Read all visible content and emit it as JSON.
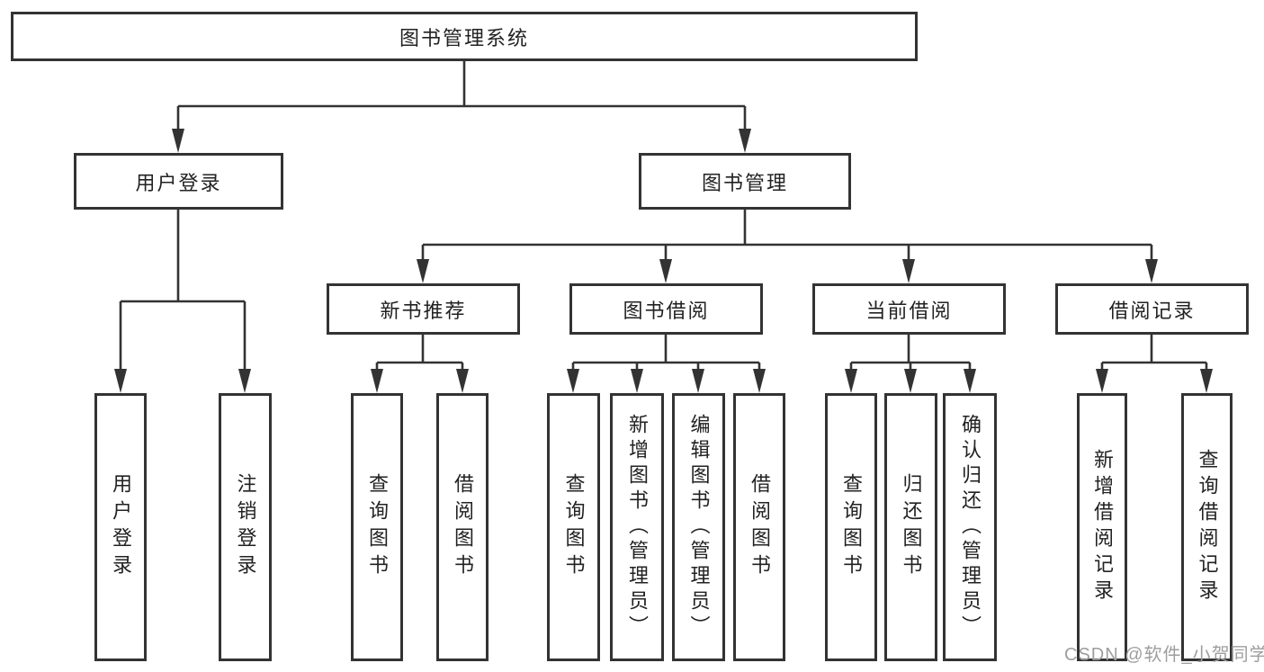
{
  "colors": {
    "line": "#333333",
    "box_border": "#333333",
    "text": "#222222",
    "watermark": "#9e9e9e",
    "background": "#ffffff"
  },
  "tree": {
    "root": {
      "label": "图书管理系统",
      "children": [
        {
          "label": "用户登录",
          "children": [
            {
              "label": "用户登录"
            },
            {
              "label": "注销登录"
            }
          ]
        },
        {
          "label": "图书管理",
          "children": [
            {
              "label": "新书推荐",
              "children": [
                {
                  "label": "查询图书"
                },
                {
                  "label": "借阅图书"
                }
              ]
            },
            {
              "label": "图书借阅",
              "children": [
                {
                  "label": "查询图书"
                },
                {
                  "label": "新增图书（管理员）"
                },
                {
                  "label": "编辑图书（管理员）"
                },
                {
                  "label": "借阅图书"
                }
              ]
            },
            {
              "label": "当前借阅",
              "children": [
                {
                  "label": "查询图书"
                },
                {
                  "label": "归还图书"
                },
                {
                  "label": "确认归还（管理员）"
                }
              ]
            },
            {
              "label": "借阅记录",
              "children": [
                {
                  "label": "新增借阅记录"
                },
                {
                  "label": "查询借阅记录"
                }
              ]
            }
          ]
        }
      ]
    }
  },
  "watermark": {
    "text": "CSDN @软件_小贺同学"
  }
}
